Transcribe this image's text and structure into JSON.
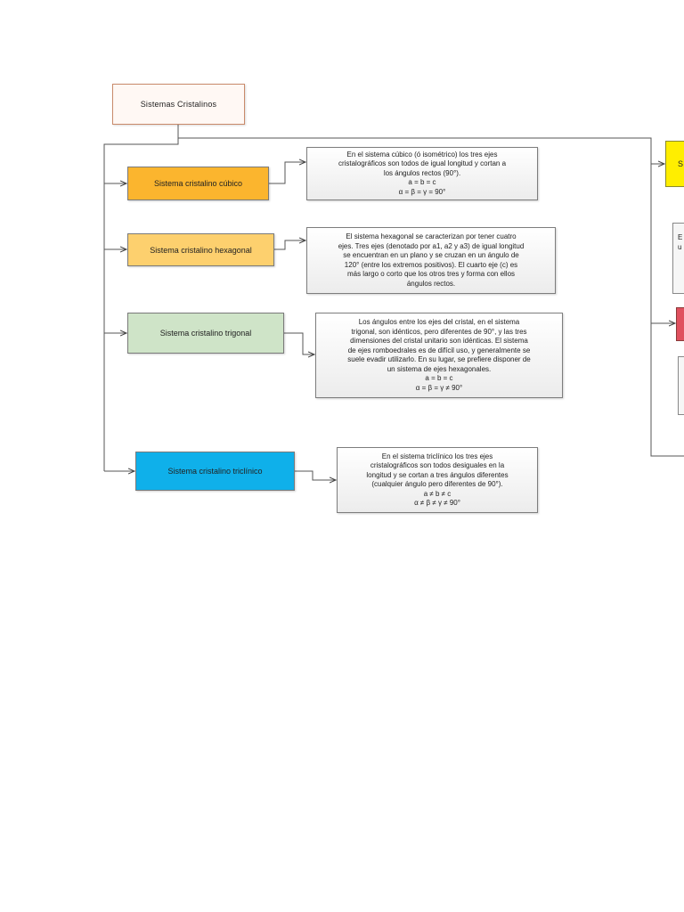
{
  "root": {
    "label": "Sistemas Cristalinos"
  },
  "systems": [
    {
      "label": "Sistema cristalino cúbico",
      "color": "#fbb52e",
      "description": [
        "En el sistema cúbico (ó isométrico) los tres ejes",
        "cristalográficos son todos de igual longitud y cortan a",
        "los ángulos rectos (90°).",
        "a = b = c",
        "α = β = γ = 90°"
      ]
    },
    {
      "label": "Sistema cristalino hexagonal",
      "color": "#fdd06e",
      "description": [
        "El sistema hexagonal se caracterizan por tener cuatro",
        "ejes. Tres ejes (denotado por a1, a2 y a3) de igual longitud",
        "se encuentran en un plano y se cruzan en un ángulo de",
        "120° (entre los extremos positivos). El cuarto eje (c) es",
        "más largo o corto que los otros tres y forma con ellos",
        "ángulos rectos."
      ]
    },
    {
      "label": "Sistema cristalino trigonal",
      "color": "#cfe4c8",
      "description": [
        "Los ángulos entre los ejes del cristal, en el sistema",
        "trigonal, son idénticos, pero diferentes de 90°, y las tres",
        "dimensiones del cristal unitario son idénticas. El sistema",
        "de ejes romboedrales es de difícil uso, y generalmente se",
        "suele evadir utilizarlo. En su lugar, se prefiere disponer de",
        "un sistema de ejes hexagonales.",
        "a = b = c",
        "α = β = γ ≠ 90°"
      ]
    },
    {
      "label": "Sistema cristalino triclínico",
      "color": "#0fb0ea",
      "description": [
        "En el sistema triclínico los tres ejes",
        "cristalográficos son todos desiguales en la",
        "longitud y se cortan a tres ángulos diferentes",
        "(cualquier ángulo pero diferentes de 90°).",
        "a ≠ b ≠ c",
        "α ≠ β ≠ γ ≠ 90°"
      ]
    }
  ],
  "right_partial": {
    "yellow_box": "S",
    "white_box_lines": [
      "E",
      "u"
    ]
  }
}
